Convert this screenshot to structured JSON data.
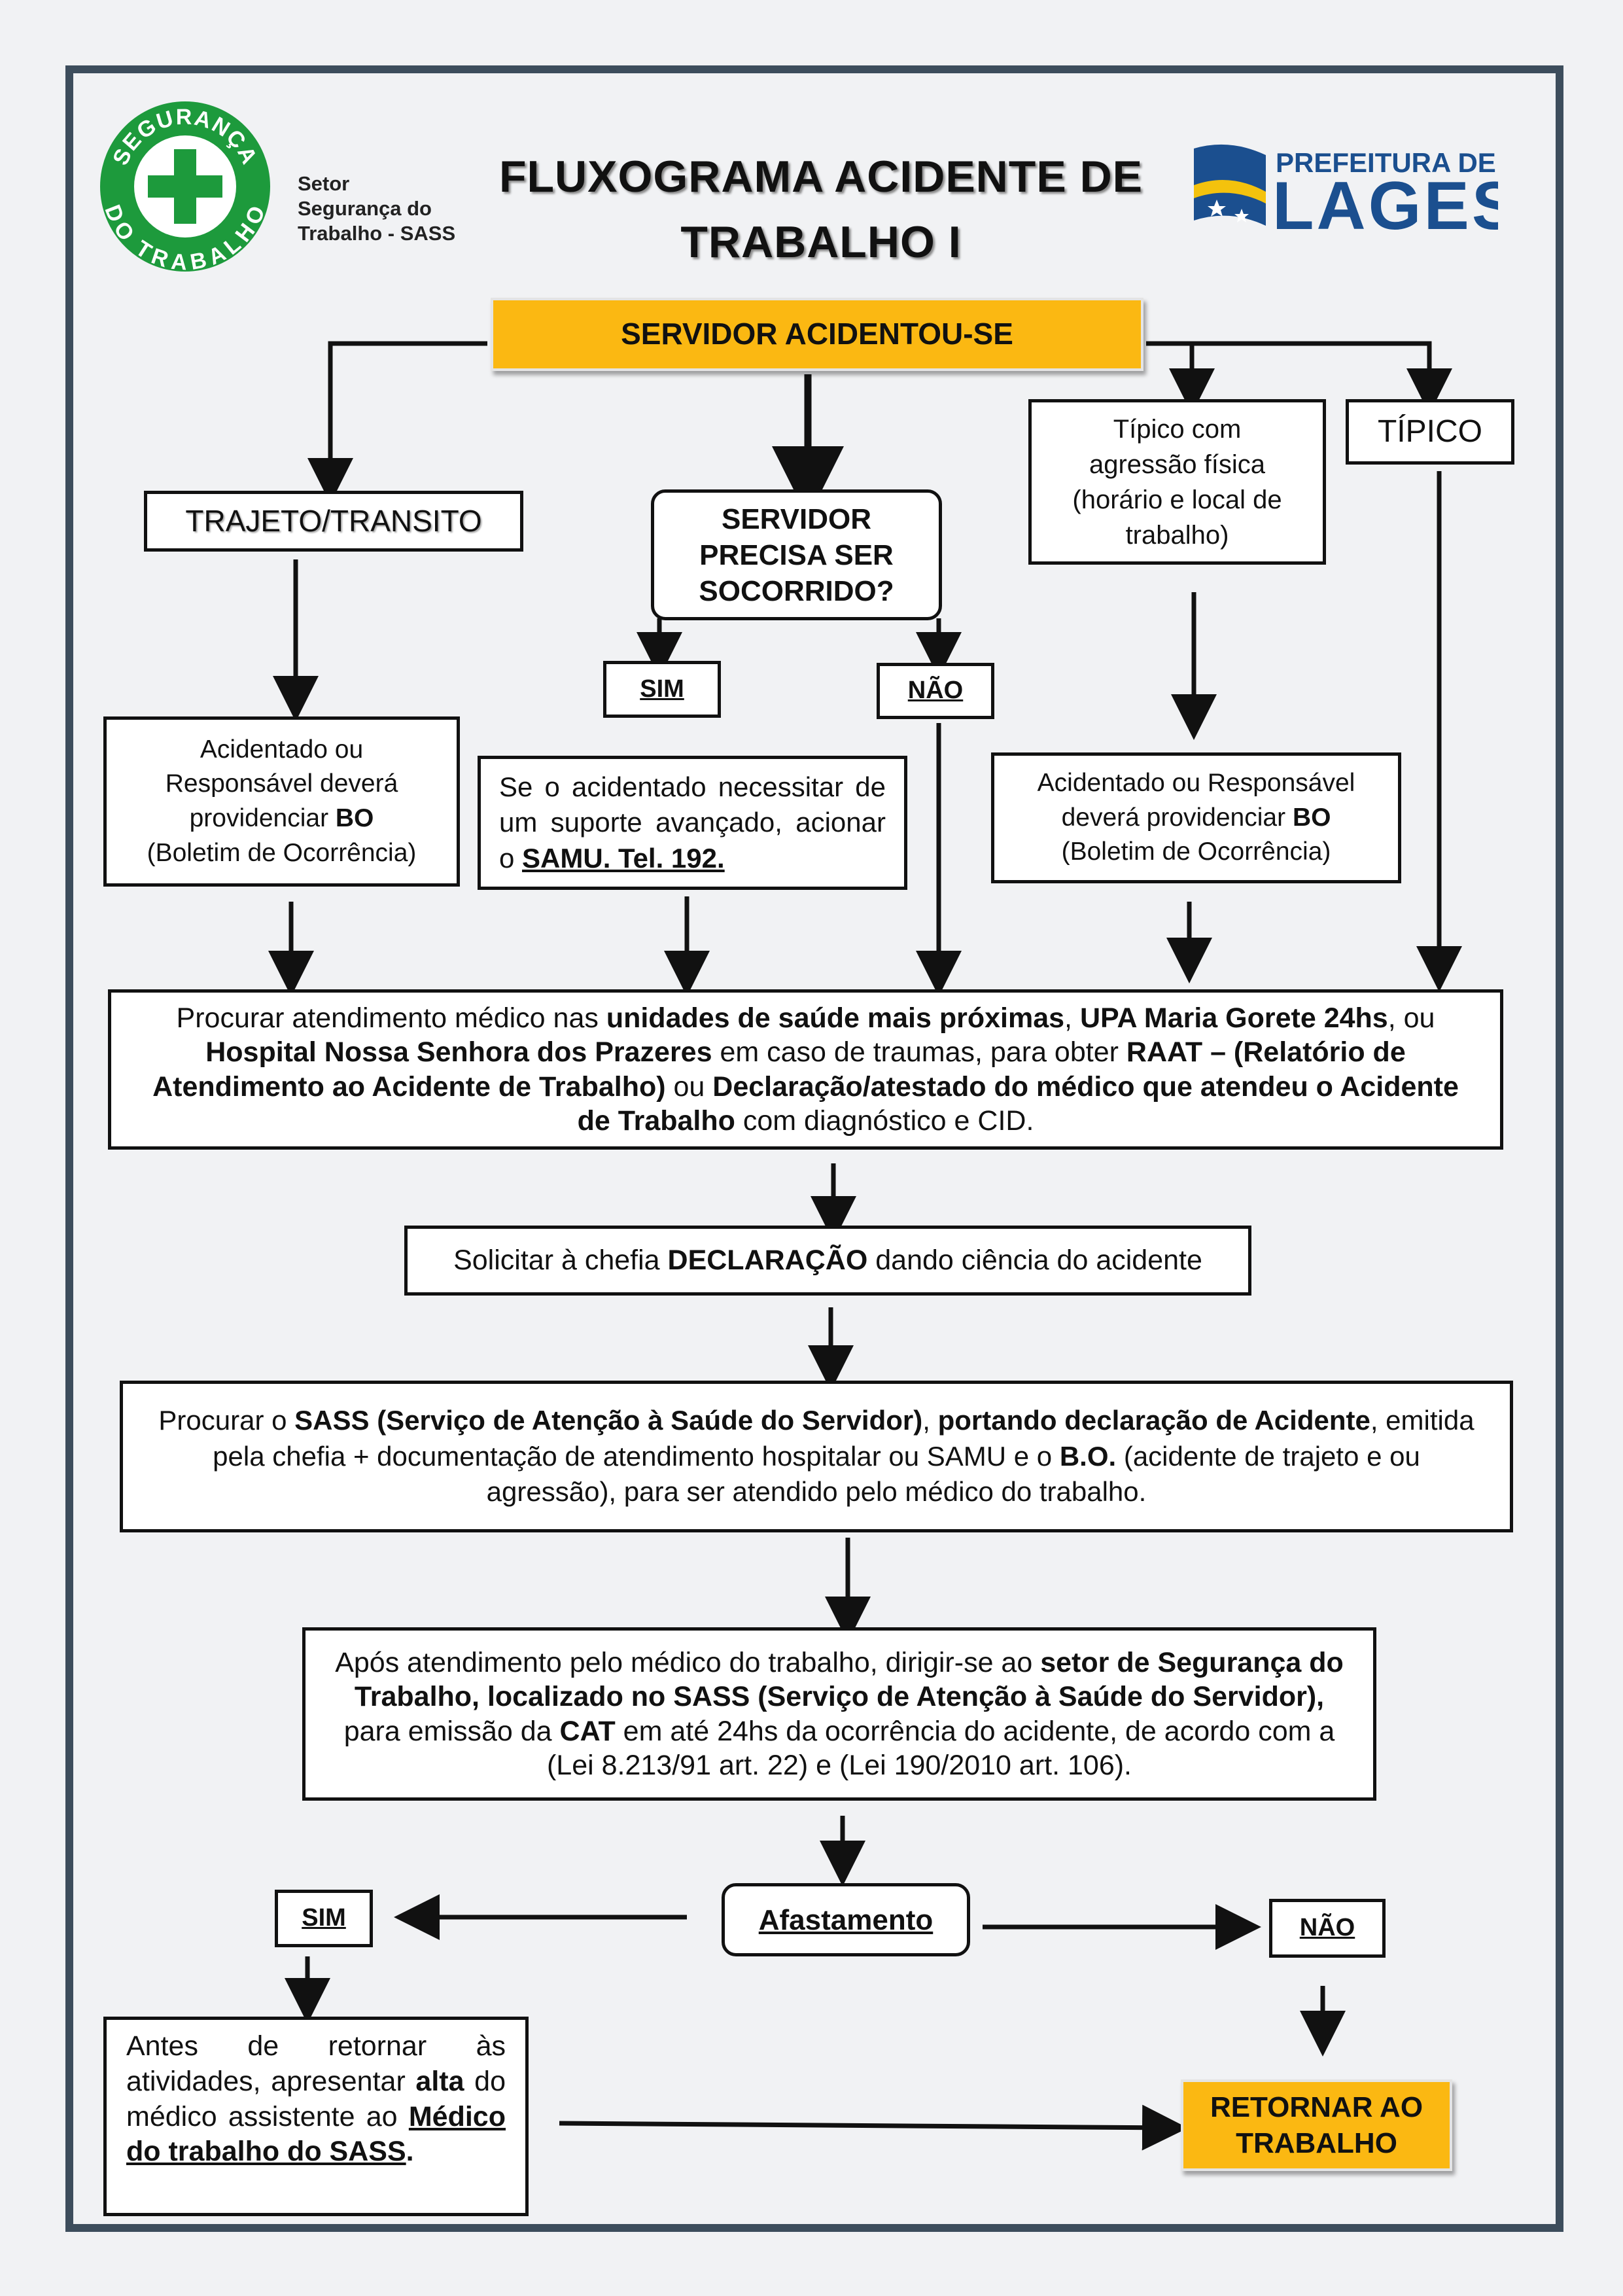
{
  "header": {
    "logo_left_top_text": "SEGURANÇA",
    "logo_left_bottom_text": "DO TRABALHO",
    "setor_lines": [
      "Setor",
      "Segurança do",
      "Trabalho - SASS"
    ],
    "title_line1": "FLUXOGRAMA ACIDENTE DE",
    "title_line2": "TRABALHO I",
    "logo_right_top": "PREFEITURA DE",
    "logo_right_main": "LAGES"
  },
  "nodes": {
    "start": "SERVIDOR ACIDENTOU-SE",
    "trajeto": "TRAJETO/TRANSITO",
    "precisa_l1": "SERVIDOR",
    "precisa_l2": "PRECISA SER",
    "precisa_l3": "SOCORRIDO?",
    "tipico_agressao_l1": "Típico com",
    "tipico_agressao_l2": "agressão física",
    "tipico_agressao_l3": "(horário e local de",
    "tipico_agressao_l4": "trabalho)",
    "tipico": "TÍPICO",
    "sim1": "SIM",
    "nao1": "NÃO",
    "bo_left_a": "Acidentado ou",
    "bo_left_b": "Responsável deverá",
    "bo_left_c": "providenciar ",
    "bo_left_bo": "BO",
    "bo_left_d": "(Boletim de Ocorrência)",
    "samu_a": "Se o acidentado necessitar de um suporte avançado, acionar o ",
    "samu_b": "SAMU. Tel. 192.",
    "bo_right_a": "Acidentado ou Responsável",
    "bo_right_b": "deverá providenciar ",
    "bo_right_bo": "BO",
    "bo_right_c": "(Boletim de Ocorrência)",
    "procurar_1": "Procurar atendimento médico nas ",
    "procurar_2": "unidades de saúde mais próximas",
    "procurar_3": ", ",
    "procurar_4": "UPA Maria Gorete 24hs",
    "procurar_5": ", ou ",
    "procurar_6": "Hospital Nossa Senhora dos Prazeres",
    "procurar_7": " em caso de traumas, para obter ",
    "procurar_8": "RAAT – (Relatório de Atendimento ao Acidente de Trabalho)",
    "procurar_9": " ou ",
    "procurar_10": "Declaração/atestado do médico que atendeu o Acidente de Trabalho",
    "procurar_11": " com diagnóstico e CID.",
    "declaracao_1": "Solicitar à chefia ",
    "declaracao_2": "DECLARAÇÃO",
    "declaracao_3": " dando ciência do acidente",
    "sass_1": "Procurar o ",
    "sass_2": "SASS (Serviço de Atenção à Saúde do Servidor)",
    "sass_3": ", ",
    "sass_4": "portando declaração de Acidente",
    "sass_5": ", emitida pela chefia + documentação de atendimento hospitalar ou SAMU e o ",
    "sass_6": "B.O.",
    "sass_7": " (acidente de trajeto e ou agressão), para ser atendido pelo médico do trabalho.",
    "apos_1": "Após atendimento pelo médico do trabalho, dirigir-se ao ",
    "apos_2": "setor de Segurança do Trabalho, localizado no SASS (Serviço de Atenção à Saúde do Servidor),",
    "apos_3": " para emissão da ",
    "apos_4": "CAT",
    "apos_5": " em até 24hs da ocorrência do acidente, de acordo com a (Lei 8.213/91 art. 22) e (Lei 190/2010 art. 106).",
    "afastamento": "Afastamento",
    "sim2": "SIM",
    "nao2": "NÃO",
    "antes_1": "Antes de retornar às atividades, apresentar ",
    "antes_2": "alta",
    "antes_3": " do médico assistente ao ",
    "antes_4": "Médico do trabalho do SASS",
    "antes_5": ".",
    "retornar_l1": "RETORNAR AO",
    "retornar_l2": "TRABALHO"
  },
  "colors": {
    "frame": "#3d4d5c",
    "highlight": "#fbb812",
    "logo_green": "#1d9a3c",
    "logo_blue": "#1b4f8f"
  }
}
